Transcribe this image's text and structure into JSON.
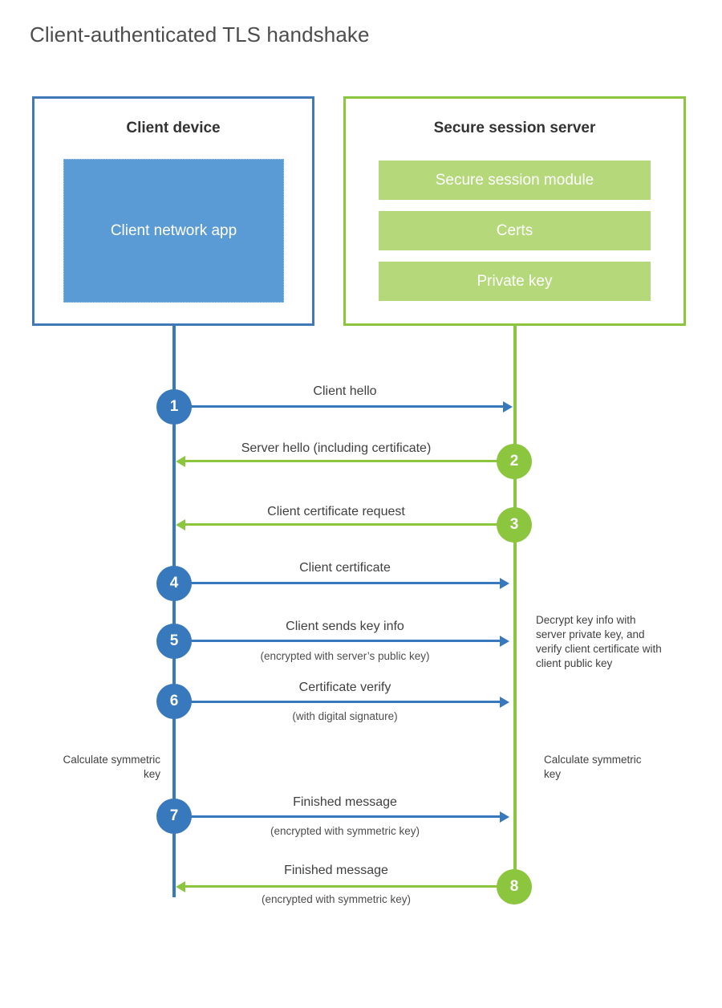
{
  "page": {
    "title": "Client-authenticated TLS handshake"
  },
  "colors": {
    "client_blue": "#3878bd",
    "client_box_border": "#4178b8",
    "client_app_fill": "#5b9bd5",
    "server_green": "#8cc63f",
    "server_module_fill": "#b5d97a",
    "text": "#404040",
    "background": "#ffffff"
  },
  "participants": {
    "client": {
      "title": "Client device",
      "app_label": "Client network app"
    },
    "server": {
      "title": "Secure session server",
      "modules": [
        {
          "label": "Secure session module"
        },
        {
          "label": "Certs"
        },
        {
          "label": "Private key"
        }
      ]
    }
  },
  "steps": [
    {
      "number": "1",
      "label": "Client hello",
      "sublabel": "",
      "direction": "client-to-server",
      "color": "blue"
    },
    {
      "number": "2",
      "label": "Server hello (including certificate)",
      "sublabel": "",
      "direction": "server-to-client",
      "color": "green"
    },
    {
      "number": "3",
      "label": "Client certificate request",
      "sublabel": "",
      "direction": "server-to-client",
      "color": "green"
    },
    {
      "number": "4",
      "label": "Client certificate",
      "sublabel": "",
      "direction": "client-to-server",
      "color": "blue"
    },
    {
      "number": "5",
      "label": "Client sends key info",
      "sublabel": "(encrypted with server’s public key)",
      "direction": "client-to-server",
      "color": "blue"
    },
    {
      "number": "6",
      "label": "Certificate verify",
      "sublabel": "(with digital signature)",
      "direction": "client-to-server",
      "color": "blue"
    },
    {
      "number": "7",
      "label": "Finished message",
      "sublabel": "(encrypted with symmetric key)",
      "direction": "client-to-server",
      "color": "blue"
    },
    {
      "number": "8",
      "label": "Finished message",
      "sublabel": "(encrypted with symmetric key)",
      "direction": "server-to-client",
      "color": "green"
    }
  ],
  "notes": {
    "server_decrypt": "Decrypt key info with server private key, and verify client certificate with client public key",
    "client_calculate": "Calculate symmetric key",
    "server_calculate": "Calculate symmetric key"
  }
}
